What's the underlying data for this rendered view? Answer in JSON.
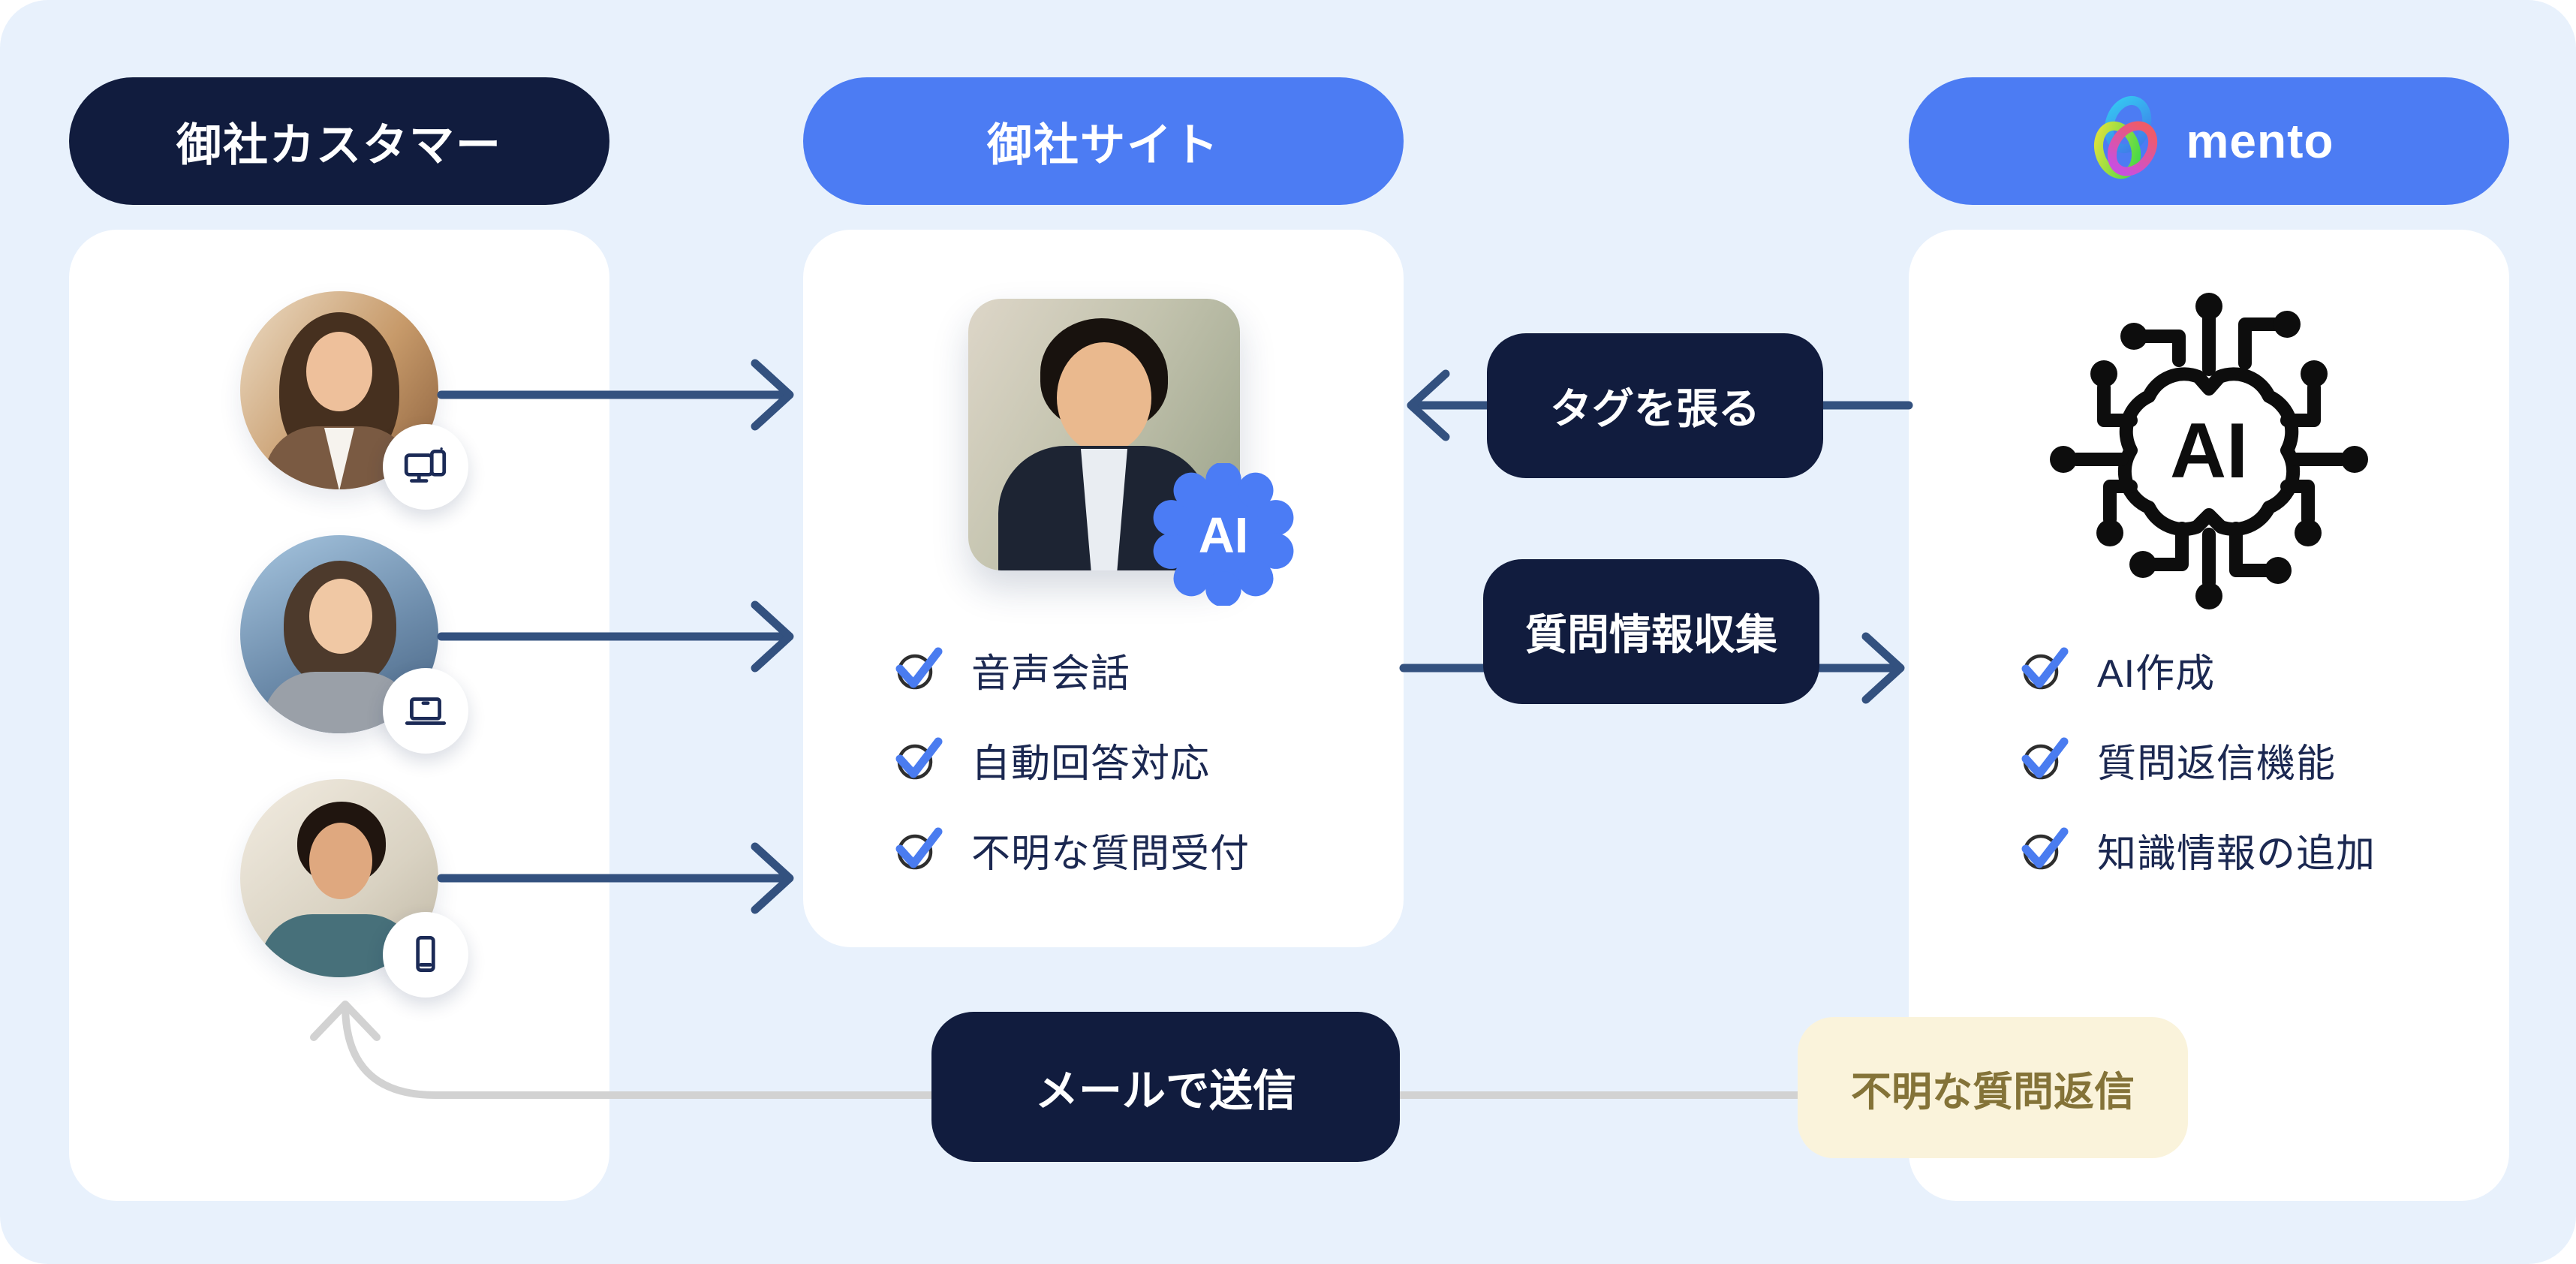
{
  "header": {
    "customer": "御社カスタマー",
    "site": "御社サイト",
    "mento": "mento"
  },
  "site_card": {
    "ai_badge": "AI",
    "features": [
      "音声会話",
      "自動回答対応",
      "不明な質問受付"
    ]
  },
  "mento_card": {
    "ai_icon_text": "AI",
    "features": [
      "AI作成",
      "質問返信機能",
      "知識情報の追加"
    ]
  },
  "flow_labels": {
    "tag": "タグを張る",
    "collect": "質問情報収集",
    "mail": "メールで送信",
    "unknown_reply": "不明な質問返信"
  },
  "icons": {
    "customer_device_1": "desktop-tablet-icon",
    "customer_device_2": "laptop-icon",
    "customer_device_3": "smartphone-icon",
    "site_avatar_badge": "ai-flower-badge",
    "mento_logo": "mento-rings-logo",
    "mento_ai": "ai-circuit-brain-icon",
    "feature_bullet": "check-circle-icon"
  },
  "colors": {
    "panel_bg": "#e8f1fc",
    "navy": "#111c3e",
    "blue": "#4c7cf3",
    "arrow_navy": "#33517f",
    "check_blue": "#4a7cf0",
    "check_ring": "#2e2e2e",
    "feature_text": "#1b2851",
    "gray_line": "#d2d2d2",
    "cream_bg": "#faf3db",
    "cream_text": "#847338"
  }
}
